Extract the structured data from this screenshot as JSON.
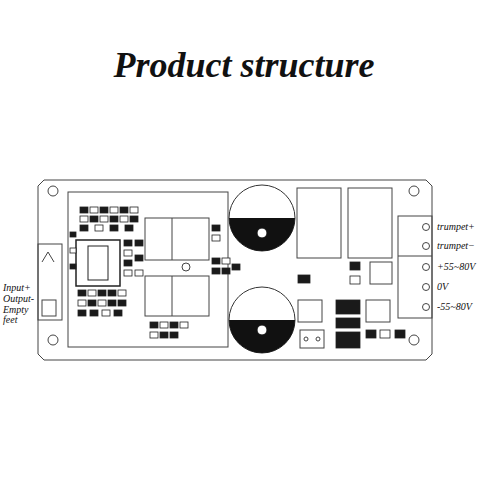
{
  "diagram": {
    "title": "Product structure",
    "labels": [
      "Input+",
      "Output-",
      "Empty feet",
      "trumpet+",
      "trumpet−",
      "+55~80V",
      "0V",
      "-55~80V"
    ]
  }
}
